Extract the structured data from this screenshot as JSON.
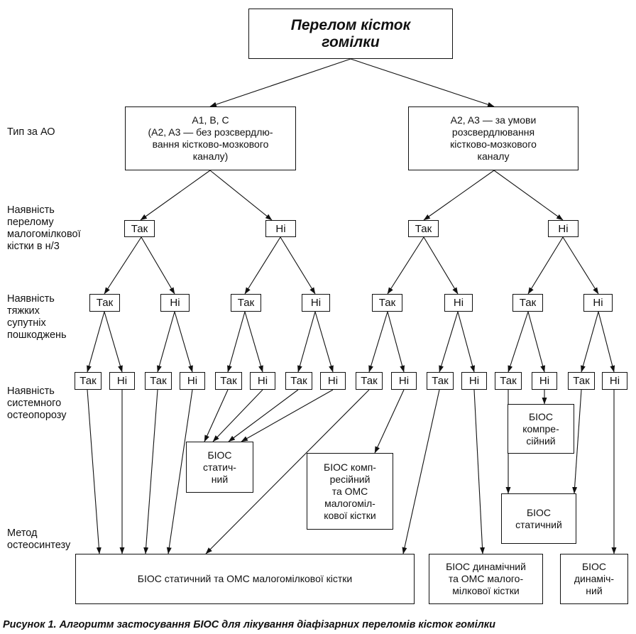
{
  "title": "Перелом кісток\nгомілки",
  "row_labels": {
    "ao_type": "Тип за АО",
    "fibula": "Наявність\nперелому\nмалогомілкової\nкістки в н/3",
    "injuries": "Наявність\nтяжких\nсупутніх\nпошкоджень",
    "osteoporosis": "Наявність\nсистемного\nостеопорозу",
    "method": "Метод\nостеосинтезу"
  },
  "ao_left": "A1, B, C\n(A2, A3 — без розсвердлю-\nвання кістково-мозкового\nканалу)",
  "ao_right": "A2, A3 — за умови\nрозсвердлювання\nкістково-мозкового\nканалу",
  "yes": "Так",
  "no": "Ні",
  "results": {
    "static_left": "БІОС\nстатич-\nний",
    "compress_mid": "БІОС комп-\nресійний\nта ОМС\nмалогоміл-\nкової кістки",
    "compress_right": "БІОС\nкомпре-\nсійний",
    "static_right": "БІОС\nстатичний",
    "static_oms": "БІОС статичний та ОМС малогомілкової кістки",
    "dynamic_oms": "БІОС динамічний\nта ОМС малого-\nмілкової кістки",
    "dynamic": "БІОС\nдинаміч-\nний"
  },
  "caption": "Рисунок 1. Алгоритм застосування БІОС для лікування діафізарних переломів кісток гомілки"
}
